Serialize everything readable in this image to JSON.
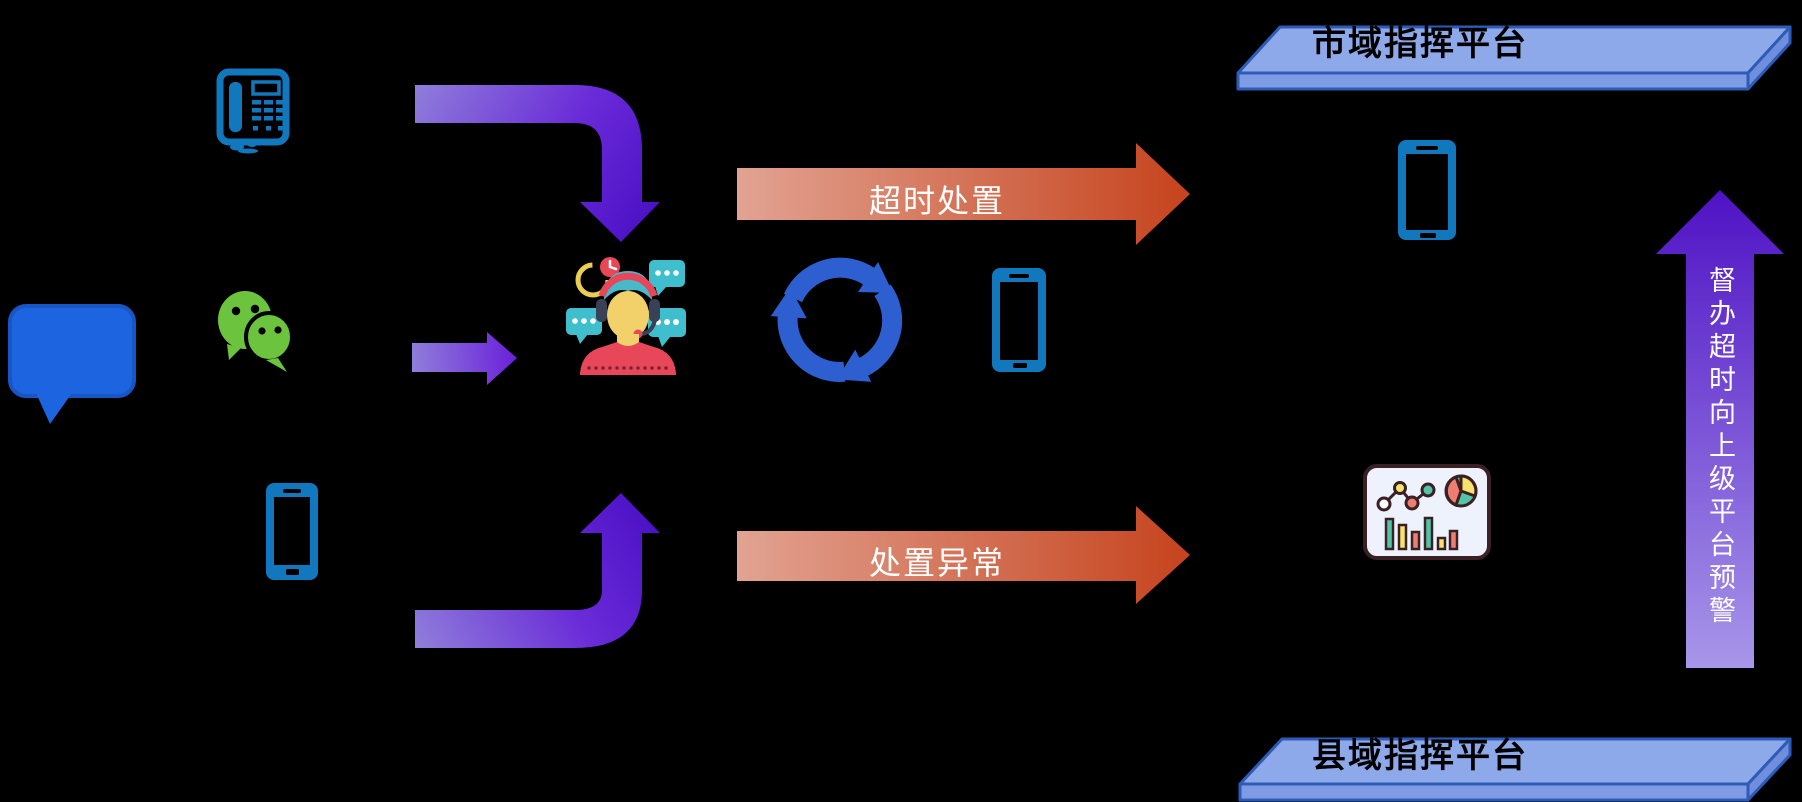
{
  "labels": {
    "timeout": "超时处置",
    "abnormal": "处置异常",
    "escalation": "督办超时向上级平台预警",
    "city_platform": "市域指挥平台",
    "county_platform": "县域指挥平台"
  },
  "colors": {
    "background": "#000000",
    "icon_blue": "#1278be",
    "recycle_blue": "#2e5fd0",
    "bubble_blue": "#1d64e1",
    "wechat_green": "#6cc33e",
    "purple_light": "#8f7eda",
    "purple_dark": "#4a0fc4",
    "orange_light": "#e2a392",
    "orange_dark": "#c6431d",
    "platform_fill": "#8ea9ea",
    "platform_border": "#2d5bb5"
  },
  "icons": [
    {
      "name": "speech-bubble-icon"
    },
    {
      "name": "telephone-icon"
    },
    {
      "name": "wechat-icon"
    },
    {
      "name": "smartphone-icon"
    },
    {
      "name": "call-center-agent-icon"
    },
    {
      "name": "recycle-icon"
    },
    {
      "name": "mobile-phone-icon"
    },
    {
      "name": "dashboard-chart-icon"
    }
  ]
}
